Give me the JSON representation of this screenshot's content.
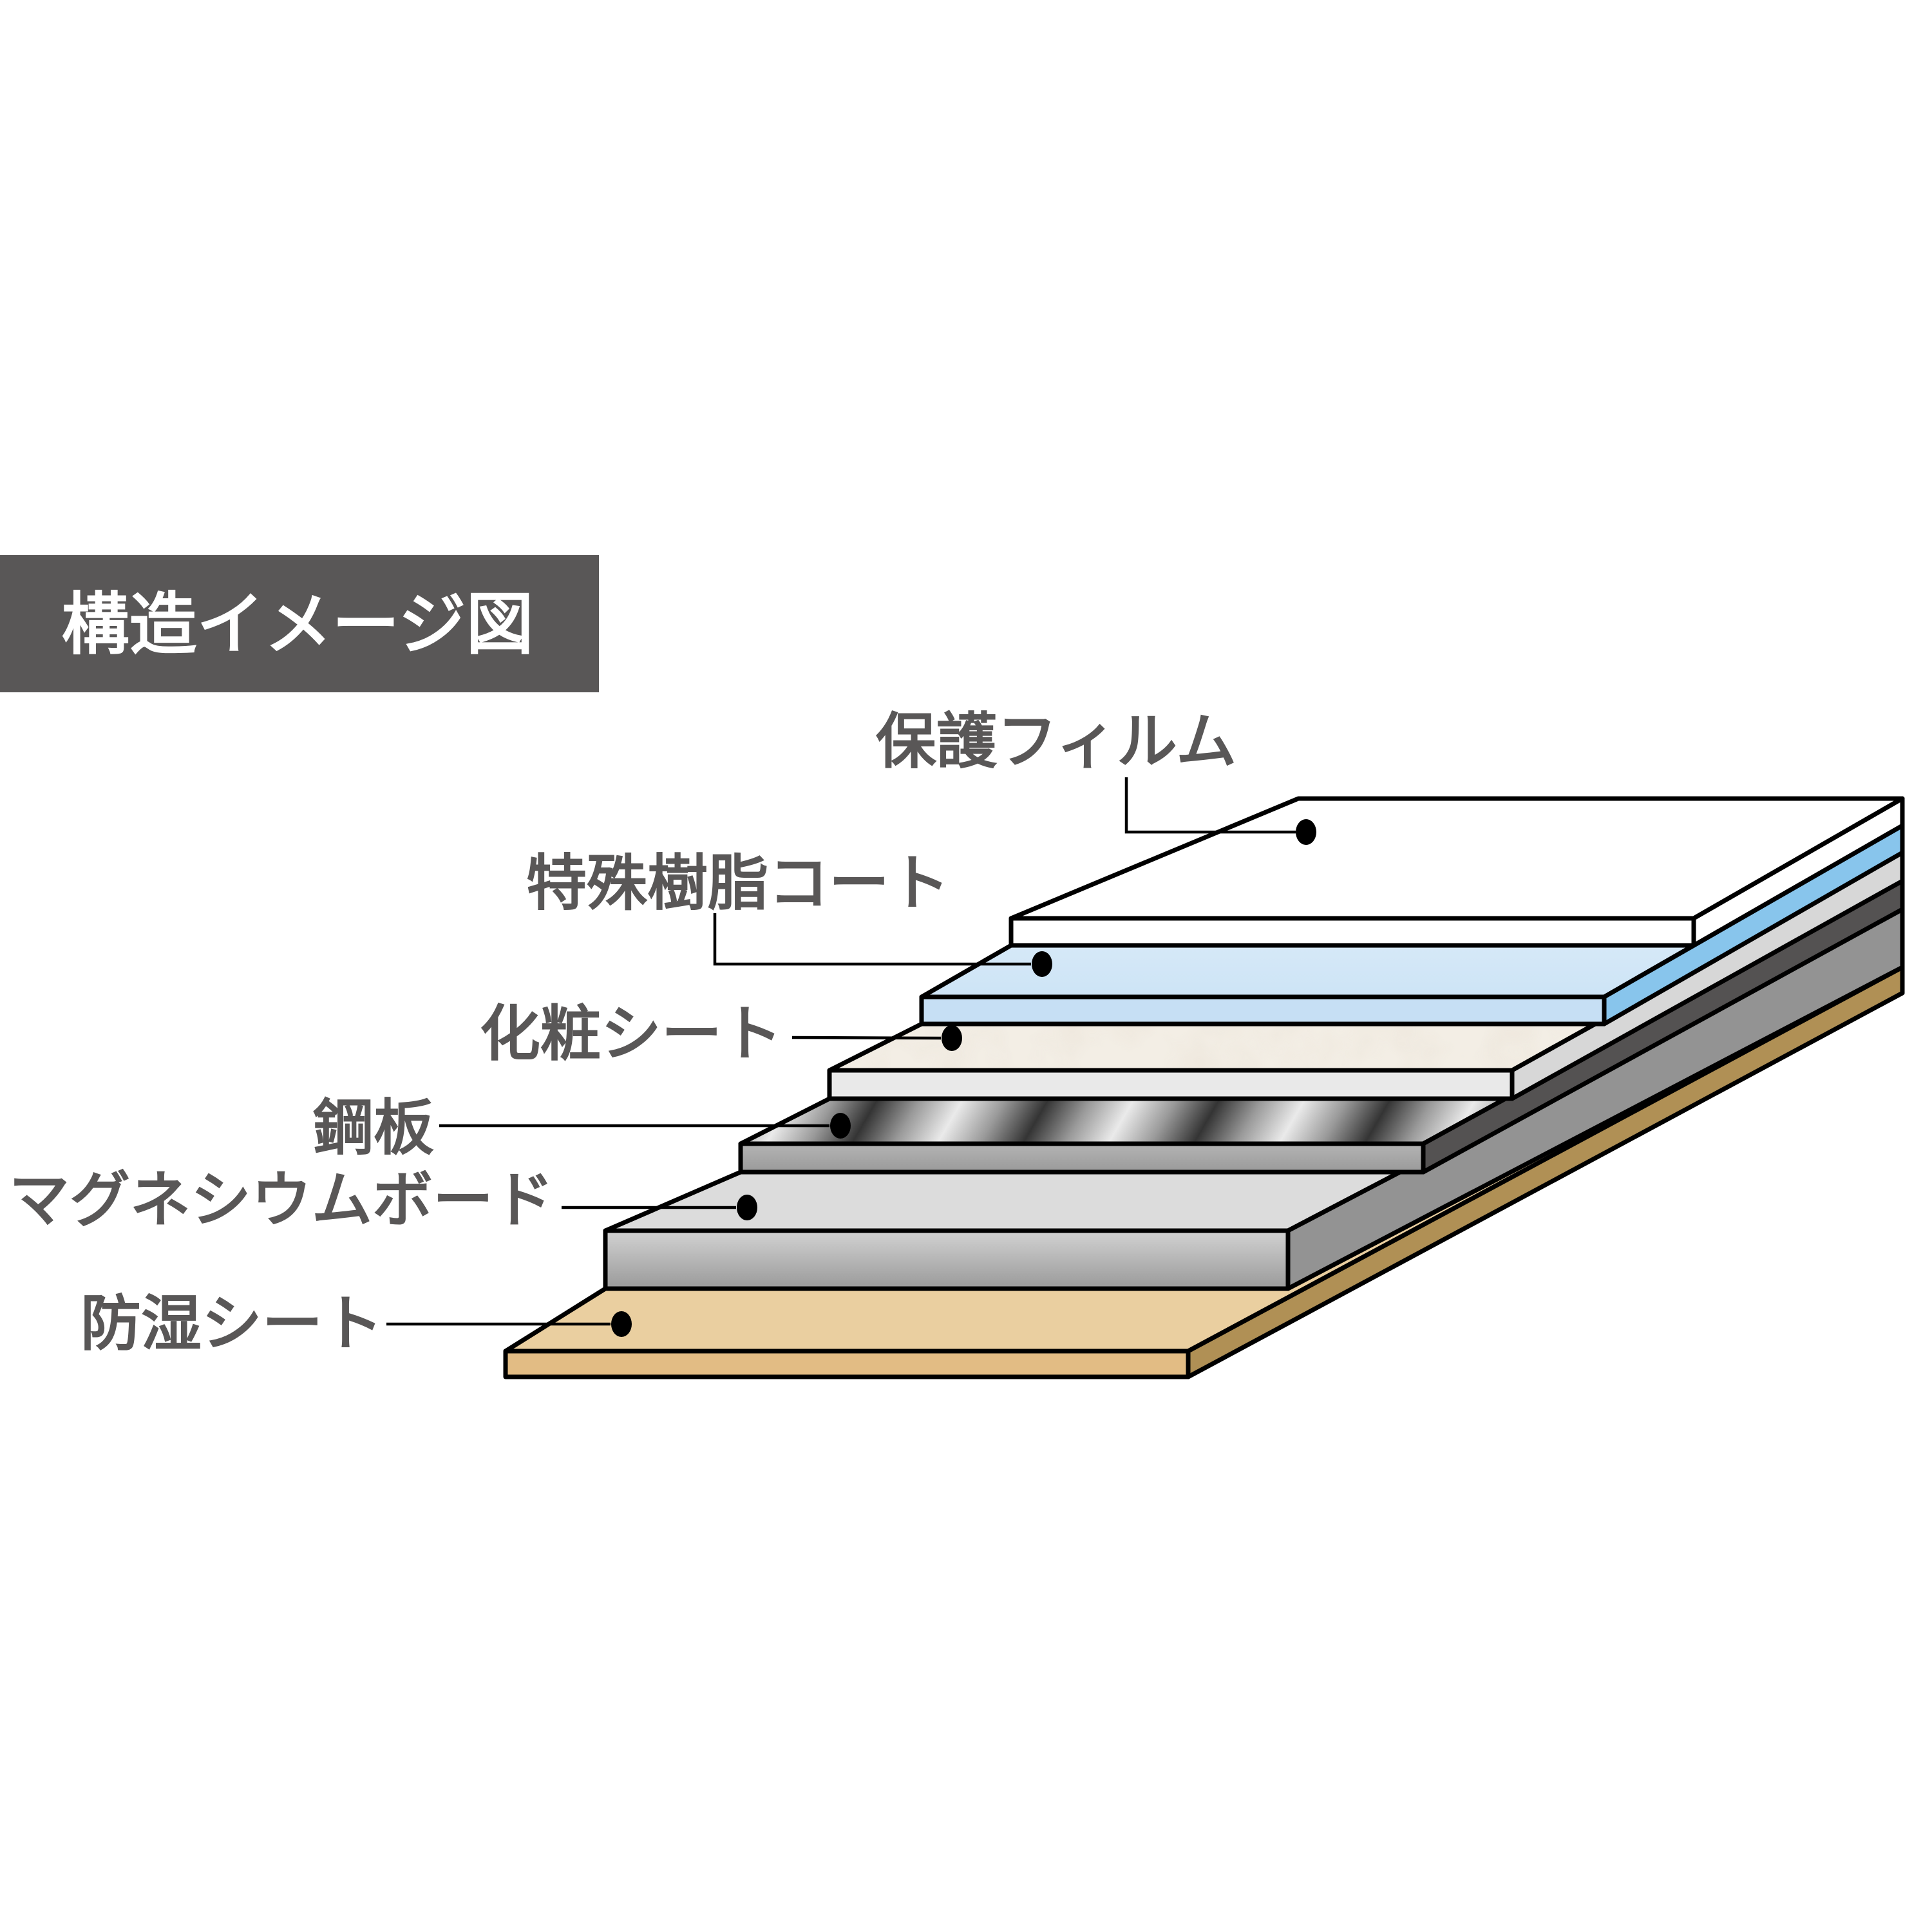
{
  "title": {
    "text": "構造イメージ図",
    "bg_color": "#595757",
    "text_color": "#ffffff"
  },
  "diagram": {
    "outline_color": "#000000",
    "label_color": "#595757",
    "leader_color": "#000000",
    "layers": [
      {
        "label": "保護フィルム",
        "colors": {
          "top": "#ffffff",
          "cut": "#ffffff",
          "side": "#ffffff"
        }
      },
      {
        "label": "特殊樹脂コート",
        "colors": {
          "top_back": "#eaf3fb",
          "top_front": "#cde4f6",
          "cut": "#c6dff4",
          "side": "#88c5ec"
        }
      },
      {
        "label": "化粧シート",
        "colors": {
          "top_base": "#f3eee5",
          "top_mottle": "#d7c9b4",
          "cut": "#e9e9e9",
          "side": "#d7d7d7"
        }
      },
      {
        "label": "鋼板",
        "colors": {
          "metal_mid": "#9a9a9a",
          "metal_light": "#eaeaea",
          "metal_dark": "#343434",
          "cut_top": "#b4b4b4",
          "cut_bottom": "#9a9a9a",
          "side": "#545252"
        }
      },
      {
        "label": "マグネシウムボード",
        "colors": {
          "top": "#dcdcdc",
          "cut_top": "#d2d2d2",
          "cut_bottom": "#9a9a9a",
          "side": "#939393"
        }
      },
      {
        "label": "防湿シート",
        "colors": {
          "top": "#eacfa0",
          "cut": "#e2bc84",
          "side": "#b09055"
        }
      }
    ]
  }
}
